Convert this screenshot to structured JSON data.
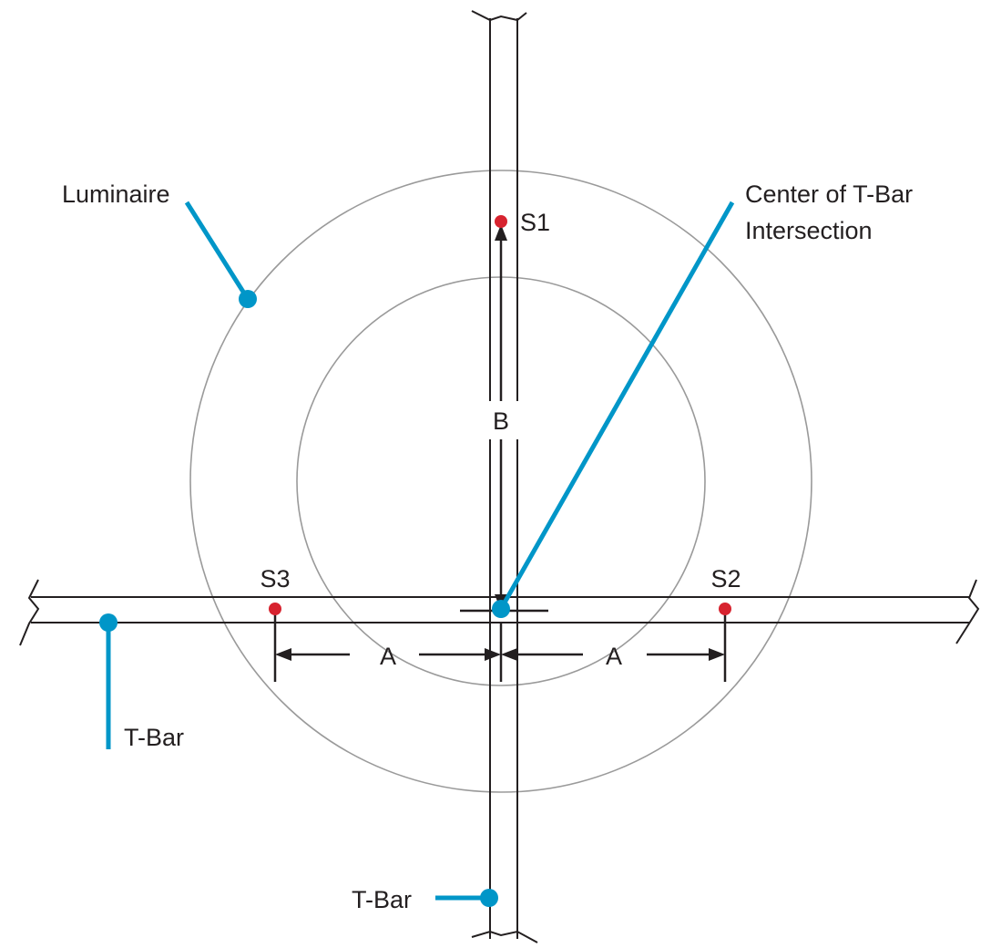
{
  "colors": {
    "accent": "#0096c8",
    "sensor": "#d7232f",
    "line": "#231f20",
    "circle": "#9a9a9a",
    "background": "#ffffff"
  },
  "labels": {
    "luminaire": "Luminaire",
    "center_line1": "Center of T-Bar",
    "center_line2": "Intersection",
    "tbar_horizontal": "T-Bar",
    "tbar_vertical": "T-Bar"
  },
  "sensors": {
    "s1": "S1",
    "s2": "S2",
    "s3": "S3"
  },
  "dimensions": {
    "a_left": "A",
    "a_right": "A",
    "b": "B"
  }
}
